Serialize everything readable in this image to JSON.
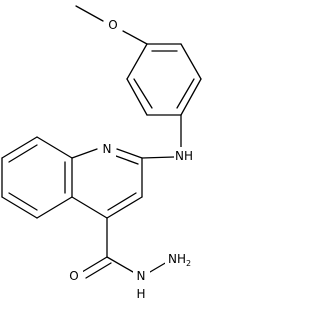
{
  "molecule": {
    "labels": {
      "methoxy_o": "O",
      "ring_n": "N",
      "amine": "NH",
      "carbonyl_o": "O",
      "hydrazide_nh": "N",
      "hydrazide_nh_h": "H",
      "hydrazide_nh2": "NH",
      "hydrazide_nh2_sub": "2"
    }
  }
}
